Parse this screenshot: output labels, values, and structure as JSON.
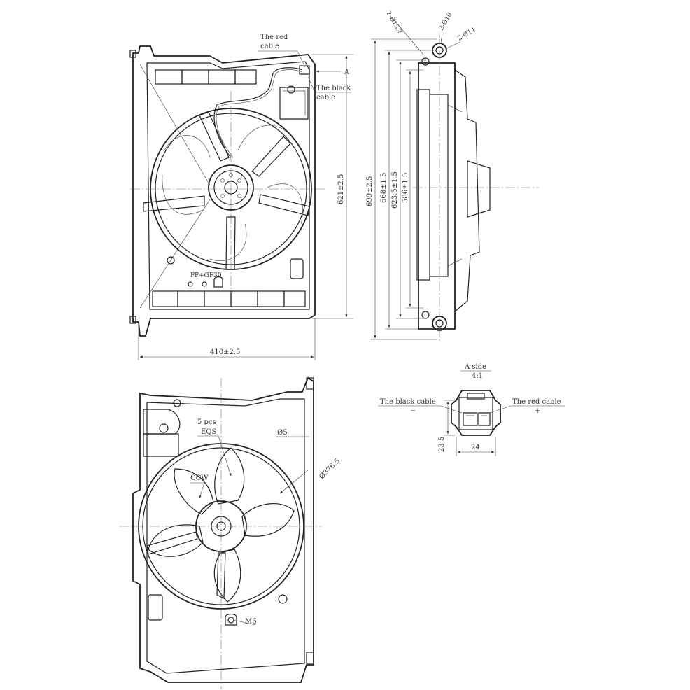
{
  "front_view": {
    "red_cable_label_line1": "The red",
    "red_cable_label_line2": "cable",
    "black_cable_label_line1": "The black",
    "black_cable_label_line2": "cable",
    "view_marker": "A",
    "width_dim": "410±2.5",
    "height_dim": "621±2.5",
    "marking": "PP+GF30"
  },
  "side_view": {
    "callout_1": "2-Ø15.7",
    "callout_2": "2-Ø10",
    "callout_3": "2-Ø14",
    "dims": [
      "699±2.5",
      "668±1.5",
      "623.5±1.5",
      "586±1.5"
    ]
  },
  "rear_view": {
    "fixings_line1": "5 pcs",
    "fixings_line2": "EQS",
    "hole_dim": "Ø5",
    "fan_dia": "Ø376.5",
    "rotation": "CCW",
    "thread": "M6"
  },
  "connector_detail": {
    "title_line1": "A side",
    "title_line2": "4:1",
    "left_label": "The black cable",
    "left_sign": "−",
    "right_label": "The red cable",
    "right_sign": "+",
    "height_dim": "23.5",
    "width_dim": "24"
  }
}
